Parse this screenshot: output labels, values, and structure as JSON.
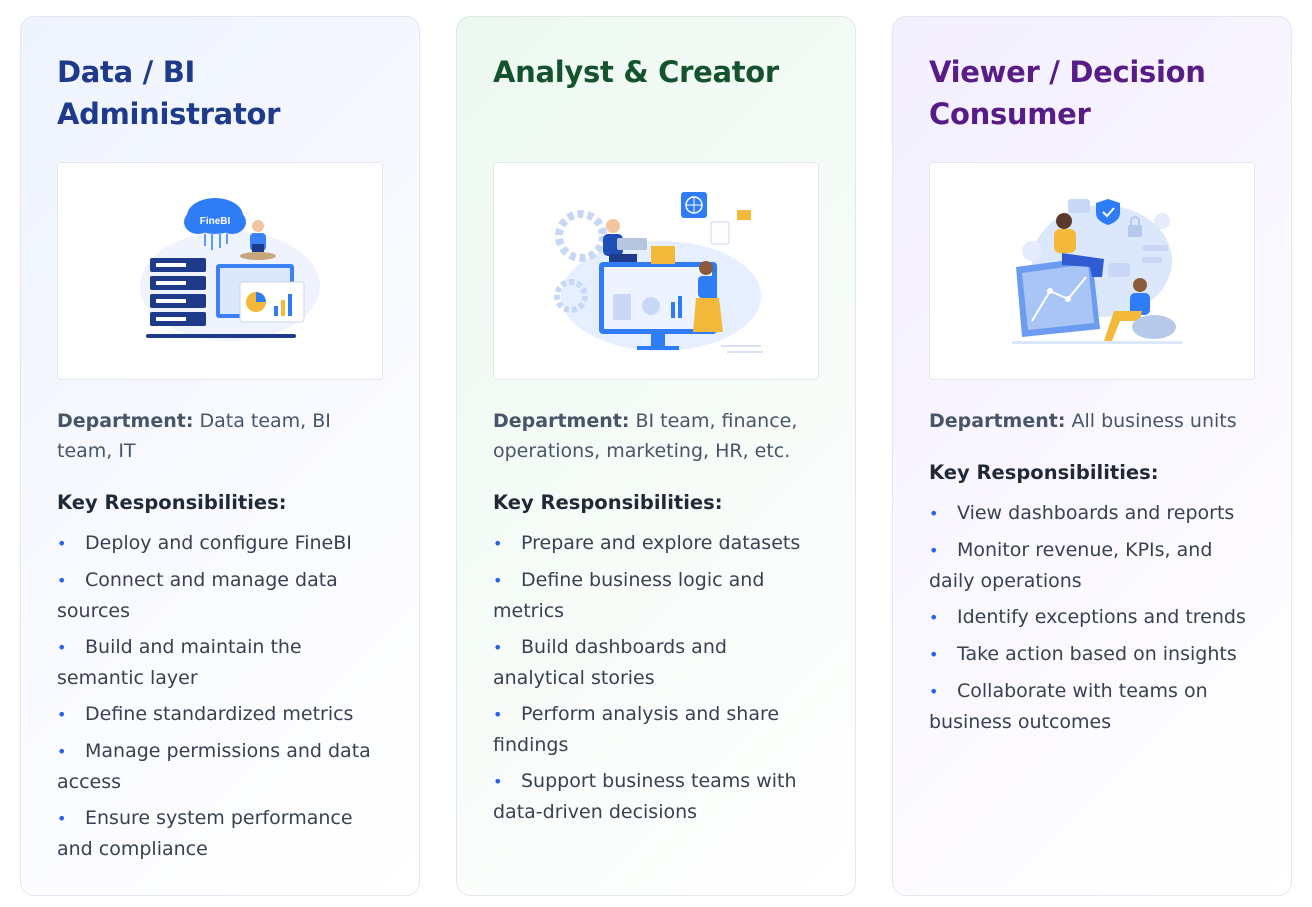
{
  "cards": [
    {
      "title": "Data / BI Administrator",
      "illustration": "server-cloud-admin-illustration",
      "illustration_badge": "FineBI",
      "department_label": "Department:",
      "department_value": "Data team, BI team, IT",
      "responsibilities_title": "Key Responsibilities:",
      "responsibilities": [
        "Deploy and configure FineBI",
        "Connect and manage data sources",
        "Build and maintain the semantic layer",
        "Define standardized metrics",
        "Manage permissions and data access",
        "Ensure system performance and compliance"
      ]
    },
    {
      "title": "Analyst & Creator",
      "illustration": "analyst-dashboard-illustration",
      "department_label": "Department:",
      "department_value": "BI team, finance, operations, marketing, HR, etc.",
      "responsibilities_title": "Key Responsibilities:",
      "responsibilities": [
        "Prepare and explore datasets",
        "Define business logic and metrics",
        "Build dashboards and analytical stories",
        "Perform analysis and share findings",
        "Support business teams with data-driven decisions"
      ]
    },
    {
      "title": "Viewer / Decision Consumer",
      "illustration": "viewer-collaboration-illustration",
      "department_label": "Department:",
      "department_value": "All business units",
      "responsibilities_title": "Key Responsibilities:",
      "responsibilities": [
        "View dashboards and reports",
        "Monitor revenue, KPIs, and daily operations",
        "Identify exceptions and trends",
        "Take action based on insights",
        "Collaborate with teams on business outcomes"
      ]
    }
  ],
  "colors": {
    "title_admin": "#1e3a8a",
    "title_analyst": "#14532d",
    "title_viewer": "#581c87",
    "bullet": "#2563eb",
    "accent_blue": "#3b82f6"
  }
}
